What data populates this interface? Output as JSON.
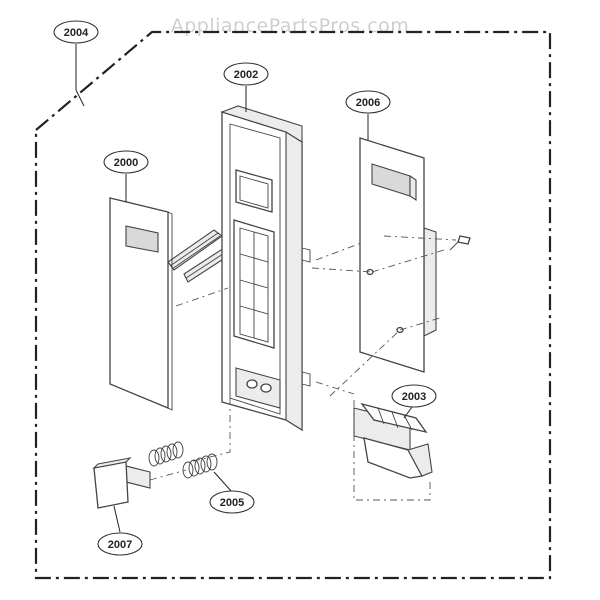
{
  "watermark": "AppliancePartsPros.com",
  "callouts": {
    "assembly": "2004",
    "control_frame": "2002",
    "control_board": "2006",
    "membrane_panel": "2000",
    "door_latch_lever": "2003",
    "springs": "2005",
    "door_button": "2007"
  },
  "colors": {
    "line": "#444444",
    "border": "#222222",
    "watermark": "#cfcfcf"
  }
}
